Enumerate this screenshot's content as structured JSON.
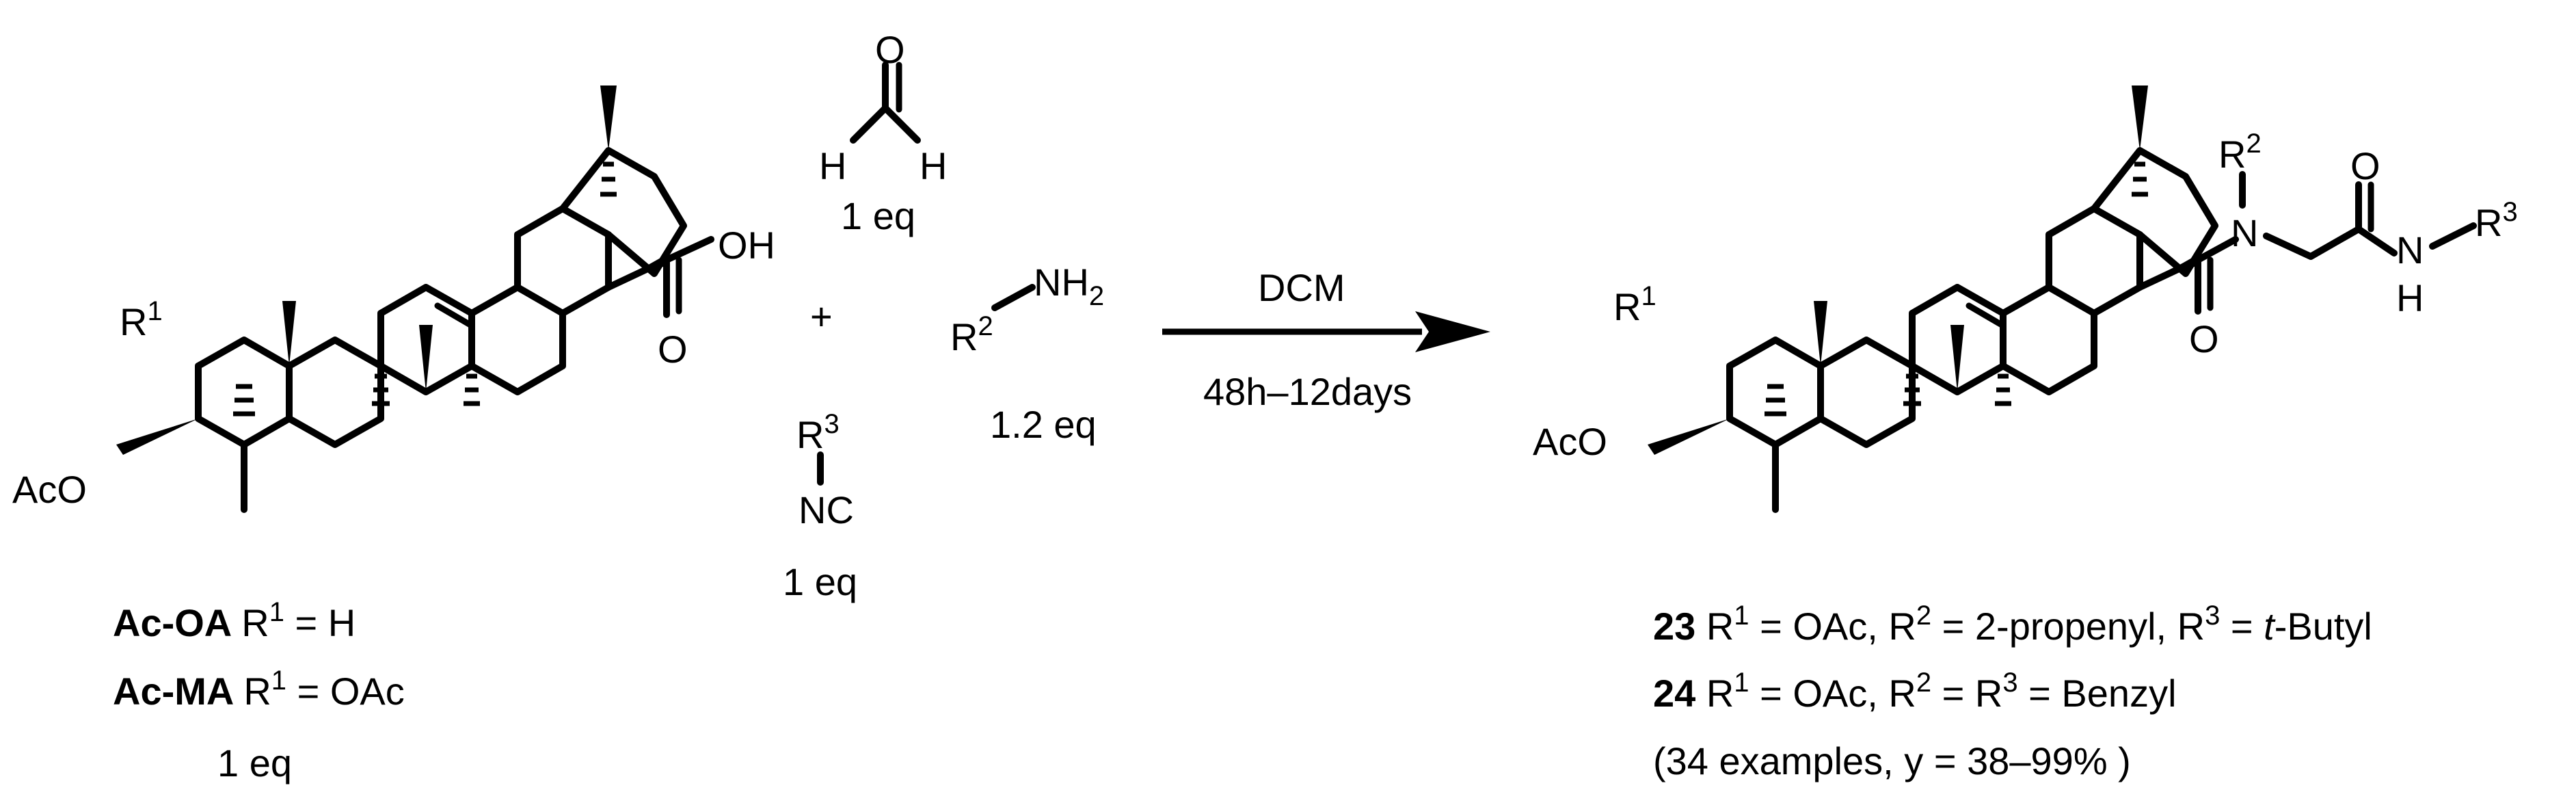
{
  "reactants": {
    "triterpene": {
      "atoms": {
        "r1": "R",
        "r1_sup": "1",
        "aco": "AcO",
        "oh": "OH",
        "o": "O"
      },
      "variants": [
        {
          "name": "Ac-OA",
          "rsym": "R",
          "rsup": "1",
          "rest": " = H"
        },
        {
          "name": "Ac-MA",
          "rsym": "R",
          "rsup": "1",
          "rest": " = OAc"
        }
      ],
      "equiv": "1 eq"
    },
    "plus": "+",
    "formaldehyde": {
      "o": "O",
      "h_left": "H",
      "h_right": "H",
      "equiv": "1 eq"
    },
    "amine": {
      "r": "R",
      "r_sup": "2",
      "nh": "NH",
      "nh_sub": "2",
      "equiv": "1.2 eq"
    },
    "isocyanide": {
      "r": "R",
      "r_sup": "3",
      "nc": "NC",
      "equiv": "1 eq"
    }
  },
  "conditions": {
    "solvent": "DCM",
    "time": "48h–12days"
  },
  "product": {
    "atoms": {
      "r1": "R",
      "r1_sup": "1",
      "aco": "AcO",
      "o_amide": "O",
      "n": "N",
      "r2": "R",
      "r2_sup": "2",
      "o_top": "O",
      "nh_n": "N",
      "nh_h": "H",
      "r3": "R",
      "r3_sup": "3"
    },
    "compounds": [
      {
        "num": "23",
        "parts": [
          " R",
          "1",
          " = OAc, R",
          "2",
          " = 2-propenyl, R",
          "3",
          " = ",
          "t",
          "-Butyl"
        ]
      },
      {
        "num": "24",
        "parts": [
          " R",
          "1",
          " = OAc, R",
          "2",
          " = R",
          "3",
          " = Benzyl"
        ]
      }
    ],
    "summary": "(34 examples, y = 38–99% )"
  }
}
